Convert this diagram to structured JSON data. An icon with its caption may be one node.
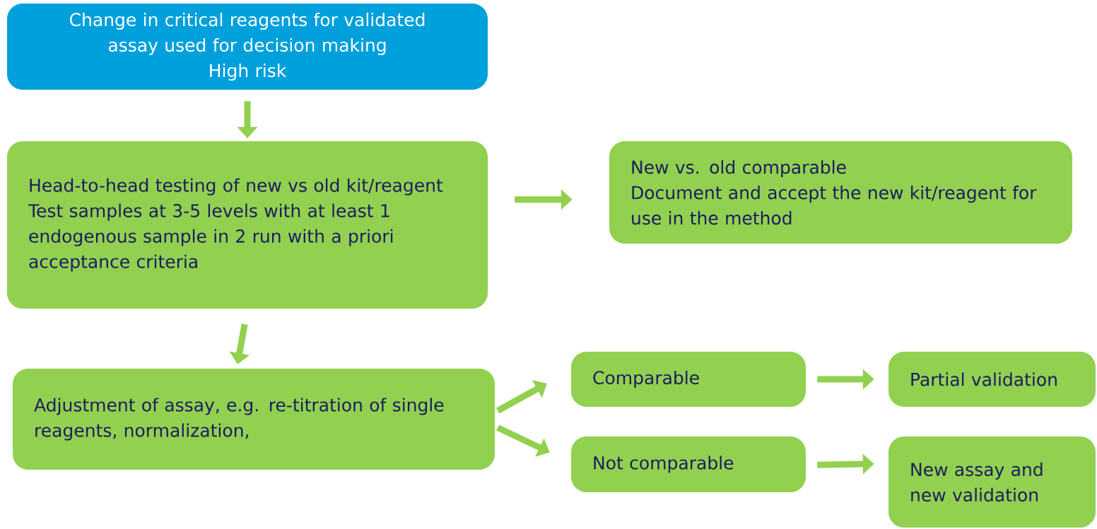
{
  "diagram": {
    "nodes": [
      {
        "text": [
          "Change in critical reagents for validated assay used for decision making",
          "High risk"
        ]
      },
      {
        "text": [
          "Head-to-head testing of new vs old kit/reagent",
          "Test samples at 3-5 levels with at least 1 endogenous sample in 2 run with a priori acceptance criteria"
        ]
      },
      {
        "text": [
          "New vs. old comparable",
          "Document and accept the new kit/reagent for use in the method"
        ]
      },
      {
        "text": [
          "Adjustment of assay, e.g. re-titration of single reagents, normalization,"
        ]
      },
      {
        "text": [
          "Comparable"
        ]
      },
      {
        "text": [
          "Partial validation"
        ]
      },
      {
        "text": [
          "Not comparable"
        ]
      },
      {
        "text": [
          "New assay and new validation"
        ]
      }
    ],
    "edges": [
      {
        "from": 0,
        "to": 1,
        "arrow": "to"
      },
      {
        "from": 1,
        "to": 2,
        "arrow": "to"
      },
      {
        "from": 1,
        "to": 3,
        "arrow": "to"
      },
      {
        "from": 3,
        "to": 4,
        "arrow": "to"
      },
      {
        "from": 3,
        "to": 6,
        "arrow": "to"
      },
      {
        "from": 4,
        "to": 5,
        "arrow": "to"
      },
      {
        "from": 6,
        "to": 7,
        "arrow": "to"
      }
    ]
  }
}
